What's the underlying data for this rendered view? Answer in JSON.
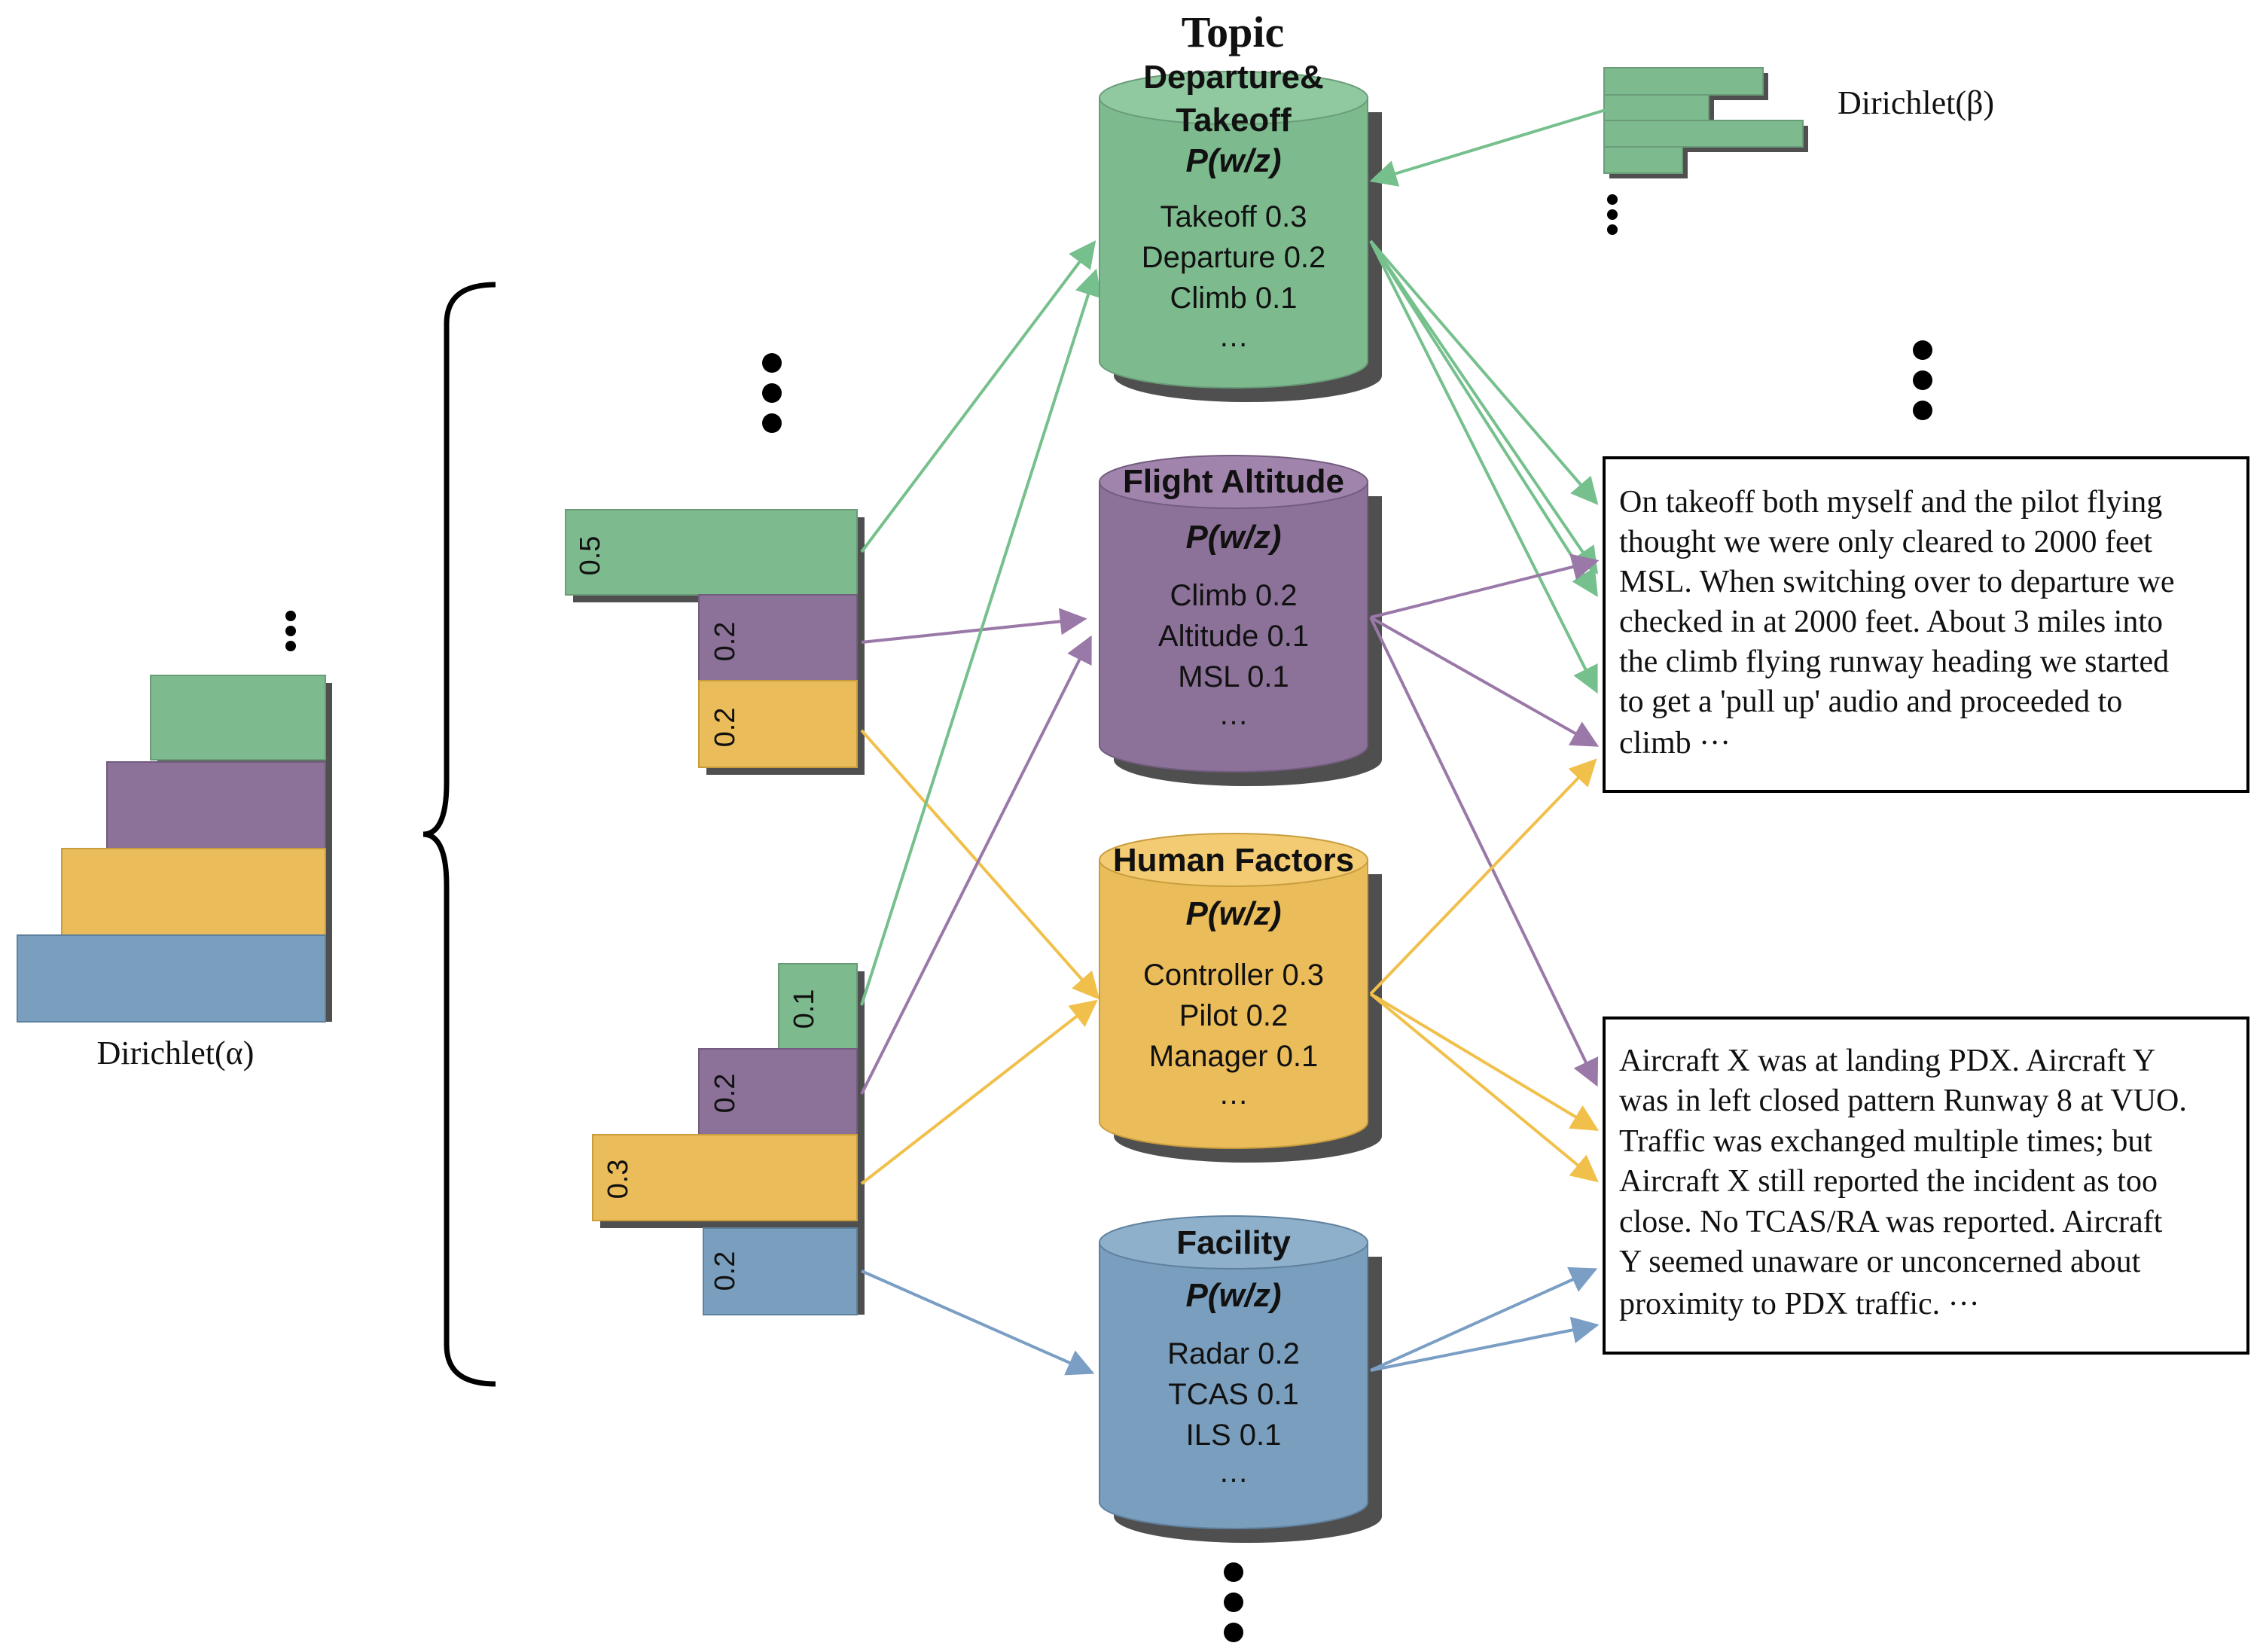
{
  "colors": {
    "green": "#7dbb8f",
    "purple": "#8c7299",
    "yellow": "#ebbd5a",
    "blue": "#7a9ebd",
    "green_line": "#76c08d",
    "purple_line": "#9a78a8",
    "yellow_line": "#f0c04a",
    "blue_line": "#7a9ec4"
  },
  "header": {
    "topic_label": "Topic"
  },
  "dirichlet_alpha_label": "Dirichlet(α)",
  "dirichlet_beta_label": "Dirichlet(β)",
  "topics": [
    {
      "key": "green",
      "title_lines": [
        "Departure&",
        "Takeoff"
      ],
      "pwz": "P(w/z)",
      "words": [
        "Takeoff 0.3",
        "Departure 0.2",
        "Climb 0.1",
        "…"
      ]
    },
    {
      "key": "purple",
      "title_lines": [
        "Flight Altitude"
      ],
      "pwz": "P(w/z)",
      "words": [
        "Climb 0.2",
        "Altitude 0.1",
        "MSL 0.1",
        "…"
      ]
    },
    {
      "key": "yellow",
      "title_lines": [
        "Human Factors"
      ],
      "pwz": "P(w/z)",
      "words": [
        "Controller 0.3",
        "Pilot 0.2",
        "Manager 0.1",
        "…"
      ]
    },
    {
      "key": "blue",
      "title_lines": [
        "Facility"
      ],
      "pwz": "P(w/z)",
      "words": [
        "Radar 0.2",
        "TCAS 0.1",
        "ILS 0.1",
        "…"
      ]
    }
  ],
  "doc_topic_distributions": [
    {
      "bars": [
        {
          "topic": "green",
          "value": "0.5"
        },
        {
          "topic": "purple",
          "value": "0.2"
        },
        {
          "topic": "yellow",
          "value": "0.2"
        }
      ]
    },
    {
      "bars": [
        {
          "topic": "green",
          "value": "0.1"
        },
        {
          "topic": "purple",
          "value": "0.2"
        },
        {
          "topic": "yellow",
          "value": "0.3"
        },
        {
          "topic": "blue",
          "value": "0.2"
        }
      ]
    }
  ],
  "documents": [
    {
      "lines": [
        "On takeoff both myself and the pilot flying",
        "thought we were only cleared to 2000 feet",
        "MSL. When switching over to departure we",
        "checked in at 2000 feet. About 3 miles into",
        "the climb flying runway heading we started",
        "to get a 'pull up' audio and proceeded to",
        "climb ···"
      ]
    },
    {
      "lines": [
        "Aircraft X was at landing PDX. Aircraft Y",
        "was in left closed pattern Runway 8 at VUO.",
        "Traffic was exchanged multiple times; but",
        "Aircraft X still reported the incident as too",
        "close. No TCAS/RA was reported. Aircraft",
        "Y seemed unaware or unconcerned about",
        "proximity to PDX traffic. ···"
      ]
    }
  ]
}
